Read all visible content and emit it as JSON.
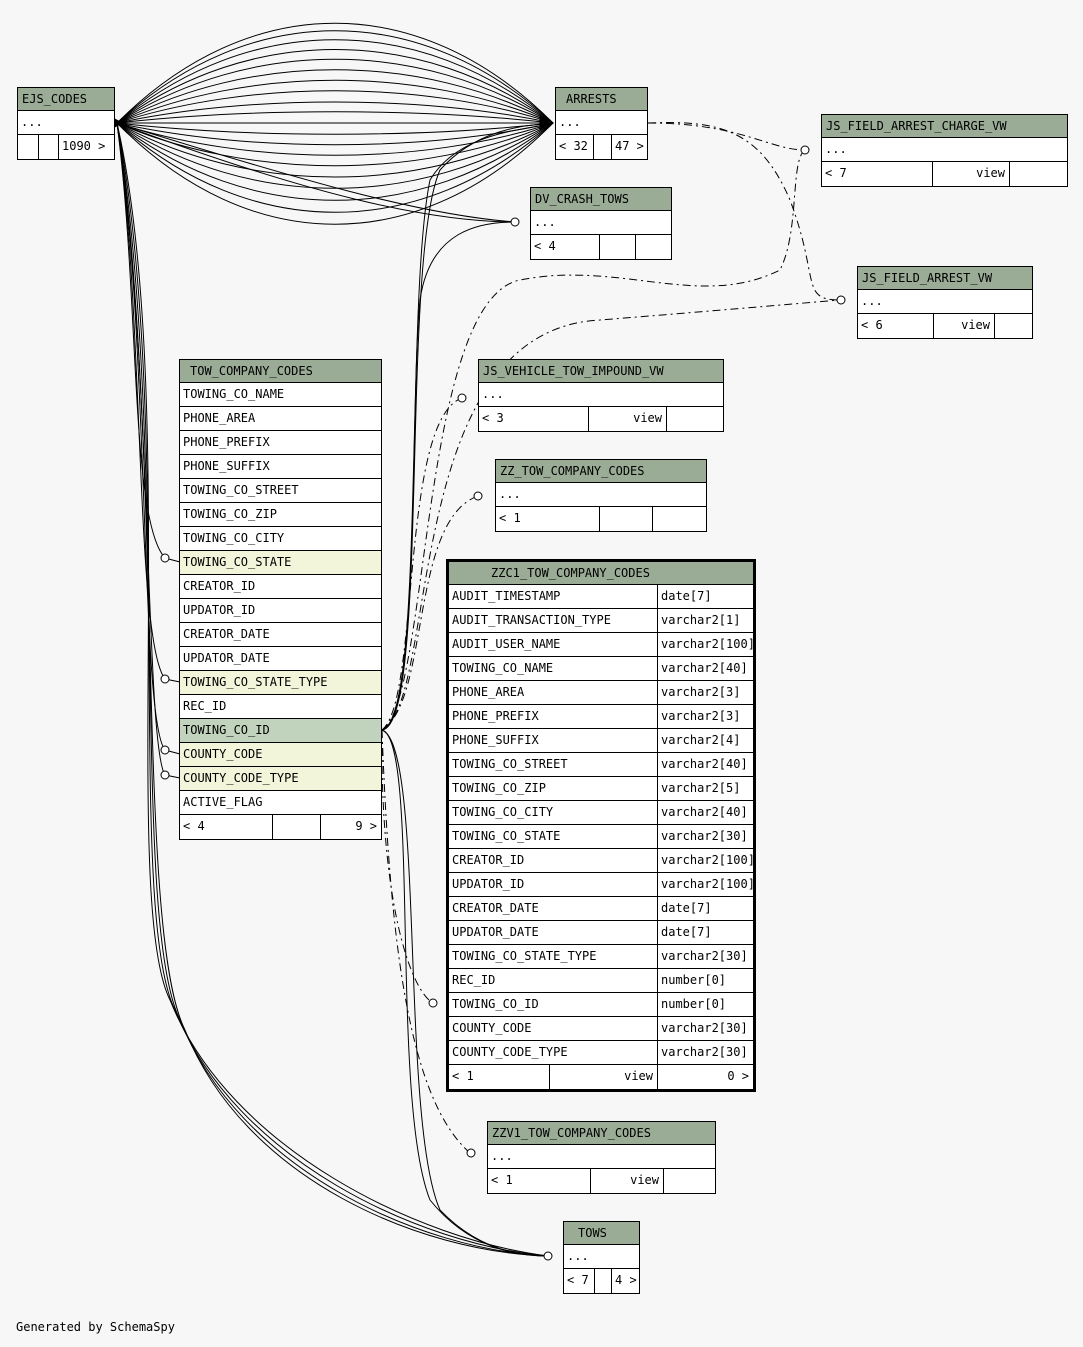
{
  "footer": "Generated by SchemaSpy",
  "tables": {
    "ejs_codes": {
      "name": "EJS_CODES",
      "ellipsis": "...",
      "children": "1090 >"
    },
    "arrests": {
      "name": "ARRESTS",
      "ellipsis": "...",
      "parents": "< 32",
      "children": "47 >"
    },
    "js_field_arrest_charge_vw": {
      "name": "JS_FIELD_ARREST_CHARGE_VW",
      "ellipsis": "...",
      "parents": "< 7",
      "type": "view"
    },
    "dv_crash_tows": {
      "name": "DV_CRASH_TOWS",
      "ellipsis": "...",
      "parents": "< 4"
    },
    "js_field_arrest_vw": {
      "name": "JS_FIELD_ARREST_VW",
      "ellipsis": "...",
      "parents": "< 6",
      "type": "view"
    },
    "js_vehicle_tow_impound_vw": {
      "name": "JS_VEHICLE_TOW_IMPOUND_VW",
      "ellipsis": "...",
      "parents": "< 3",
      "type": "view"
    },
    "zz_tow_company_codes": {
      "name": "ZZ_TOW_COMPANY_CODES",
      "ellipsis": "...",
      "parents": "< 1"
    },
    "tow_company_codes": {
      "name": "TOW_COMPANY_CODES",
      "columns": [
        "TOWING_CO_NAME",
        "PHONE_AREA",
        "PHONE_PREFIX",
        "PHONE_SUFFIX",
        "TOWING_CO_STREET",
        "TOWING_CO_ZIP",
        "TOWING_CO_CITY",
        "TOWING_CO_STATE",
        "CREATOR_ID",
        "UPDATOR_ID",
        "CREATOR_DATE",
        "UPDATOR_DATE",
        "TOWING_CO_STATE_TYPE",
        "REC_ID",
        "TOWING_CO_ID",
        "COUNTY_CODE",
        "COUNTY_CODE_TYPE",
        "ACTIVE_FLAG"
      ],
      "parents": "< 4",
      "children": "9 >"
    },
    "zzc1_tow_company_codes": {
      "name": "ZZC1_TOW_COMPANY_CODES",
      "columns": [
        {
          "name": "AUDIT_TIMESTAMP",
          "type": "date[7]"
        },
        {
          "name": "AUDIT_TRANSACTION_TYPE",
          "type": "varchar2[1]"
        },
        {
          "name": "AUDIT_USER_NAME",
          "type": "varchar2[100]"
        },
        {
          "name": "TOWING_CO_NAME",
          "type": "varchar2[40]"
        },
        {
          "name": "PHONE_AREA",
          "type": "varchar2[3]"
        },
        {
          "name": "PHONE_PREFIX",
          "type": "varchar2[3]"
        },
        {
          "name": "PHONE_SUFFIX",
          "type": "varchar2[4]"
        },
        {
          "name": "TOWING_CO_STREET",
          "type": "varchar2[40]"
        },
        {
          "name": "TOWING_CO_ZIP",
          "type": "varchar2[5]"
        },
        {
          "name": "TOWING_CO_CITY",
          "type": "varchar2[40]"
        },
        {
          "name": "TOWING_CO_STATE",
          "type": "varchar2[30]"
        },
        {
          "name": "CREATOR_ID",
          "type": "varchar2[100]"
        },
        {
          "name": "UPDATOR_ID",
          "type": "varchar2[100]"
        },
        {
          "name": "CREATOR_DATE",
          "type": "date[7]"
        },
        {
          "name": "UPDATOR_DATE",
          "type": "date[7]"
        },
        {
          "name": "TOWING_CO_STATE_TYPE",
          "type": "varchar2[30]"
        },
        {
          "name": "REC_ID",
          "type": "number[0]"
        },
        {
          "name": "TOWING_CO_ID",
          "type": "number[0]"
        },
        {
          "name": "COUNTY_CODE",
          "type": "varchar2[30]"
        },
        {
          "name": "COUNTY_CODE_TYPE",
          "type": "varchar2[30]"
        }
      ],
      "parents": "< 1",
      "type": "view",
      "children": "0 >"
    },
    "zzv1_tow_company_codes": {
      "name": "ZZV1_TOW_COMPANY_CODES",
      "ellipsis": "...",
      "parents": "< 1",
      "type": "view"
    },
    "tows": {
      "name": "TOWS",
      "ellipsis": "...",
      "parents": "< 7",
      "children": "4 >"
    }
  }
}
